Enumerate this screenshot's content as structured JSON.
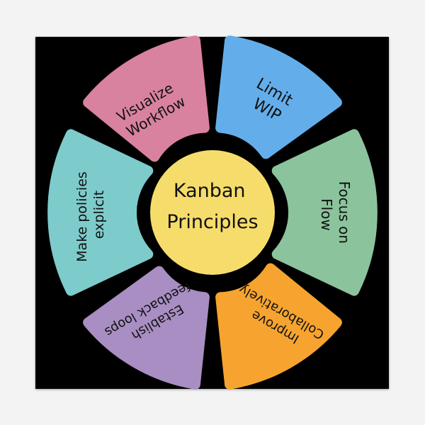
{
  "center": {
    "line1": "Kanban",
    "line2": "Principles",
    "color": "#f6dd6b"
  },
  "segments": [
    {
      "id": "visualize-workflow",
      "lines": [
        "Visualize",
        "Workflow"
      ],
      "color": "#d8829f"
    },
    {
      "id": "limit-wip",
      "lines": [
        "Limit",
        "WIP"
      ],
      "color": "#63aeea"
    },
    {
      "id": "focus-on-flow",
      "lines": [
        "Focus on",
        "Flow"
      ],
      "color": "#8bc49c"
    },
    {
      "id": "improve-collaboratively",
      "lines": [
        "Improve",
        "Collaboratively"
      ],
      "color": "#f6a42f"
    },
    {
      "id": "establish-feedback-loops",
      "lines": [
        "Establish",
        "feedback loops"
      ],
      "color": "#a88ec2"
    },
    {
      "id": "make-policies-explicit",
      "lines": [
        "Make policies",
        "explicit"
      ],
      "color": "#7ecbcc"
    }
  ],
  "colors": {
    "background": "#000000",
    "page": "#f3f3f3",
    "text": "#111111"
  }
}
